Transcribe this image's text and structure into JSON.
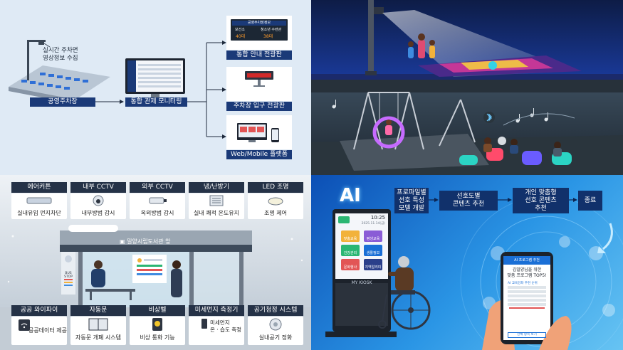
{
  "q1": {
    "cctv_label": "실시간 주차면\n영상정보 수집",
    "parking_lot": "공영주차장",
    "monitoring": "통합 관제 모니터링",
    "board_header": "공영주차장정보",
    "board_col1": "보건소",
    "board_col2": "청소년 수련관",
    "board_val1": "40대",
    "board_val2": "38대",
    "out1": "통합 안내 전광판",
    "out2": "주차장 입구 전광판",
    "out3": "Web/Mobile 플랫폼"
  },
  "q3": {
    "top_items": [
      "에어커튼",
      "내부 CCTV",
      "외부 CCTV",
      "냉/난방기",
      "LED 조명"
    ],
    "top_desc": [
      "실내유입 먼지차단",
      "내부방범 감시",
      "옥외방범 감시",
      "실내 쾌적 온도유지",
      "조명 제어"
    ],
    "shelter_sign": "밀양시립도서관 앞",
    "bus_stop": "BUS STOP",
    "bottom_items": [
      "공공 와이파이",
      "자동문",
      "비상벨",
      "미세먼지 측정기",
      "공기청정 시스템"
    ],
    "bottom_desc": [
      "공공데이터 제공",
      "자동문 개폐 시스템",
      "비상 통화 기능",
      "미세먼지\n온 · 습도 측정",
      "실내공기 정화"
    ]
  },
  "q4": {
    "ai_label": "AI",
    "flow": [
      "프로파일별\n선호 특성\n모델 개발",
      "선호도별\n콘텐츠 추천",
      "개인 맞춤형\n선호 콘텐츠\n추천",
      "종료"
    ],
    "kiosk_time": "10:25",
    "kiosk_date": "2025.11.14(금)",
    "kiosk_name": "MY KIOSK",
    "kiosk_buttons": [
      "맞춤교육",
      "평생교육",
      "건강관리",
      "생활정보",
      "문화행사",
      "지역알리미"
    ],
    "phone_header": "AI 프로그램 추천",
    "phone_title": "김밀양님을 위한\n맞춤 프로그램 TOP5!",
    "phone_sub": "AI 교육강좌 추천 순위",
    "phone_more": "전체 항목 보기"
  },
  "colors": {
    "panel_navy": "#1b3a78",
    "sensor_dark": "#253247",
    "flow_box": "#11316b",
    "ai_blue": "#1a6fd6"
  }
}
